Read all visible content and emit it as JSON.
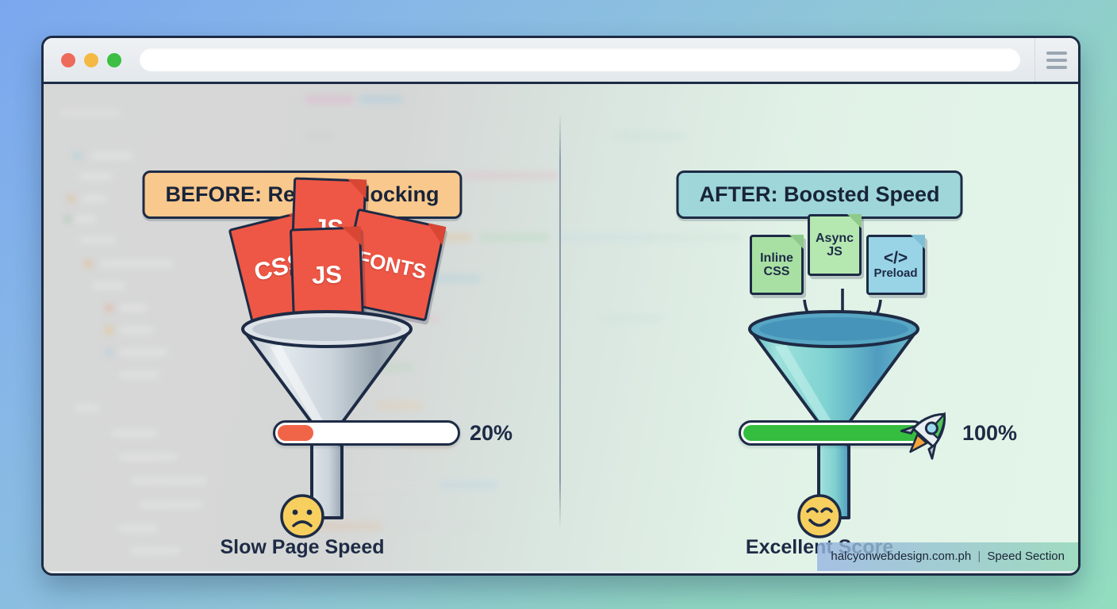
{
  "window": {
    "traffic_lights": [
      "close",
      "minimize",
      "maximize"
    ],
    "url_value": "",
    "url_placeholder": "",
    "menu_icon": "hamburger-menu-icon"
  },
  "left": {
    "badge": "BEFORE: Render-Blocking",
    "cards": [
      {
        "label": "CSS",
        "type": "render-blocking"
      },
      {
        "label": "JS",
        "type": "render-blocking"
      },
      {
        "label": "JS",
        "type": "render-blocking"
      },
      {
        "label": "FONTS",
        "type": "render-blocking"
      }
    ],
    "progress": {
      "value": 20,
      "label": "20%",
      "fill_color": "#f06548"
    },
    "face": "frowning-face",
    "caption": "Slow Page Speed",
    "funnel_color": "#c3ccd4"
  },
  "right": {
    "badge": "AFTER: Boosted Speed",
    "cards": [
      {
        "label_line1": "Inline",
        "label_line2": "CSS",
        "type": "optimized"
      },
      {
        "label_line1": "Async",
        "label_line2": "JS",
        "type": "optimized"
      },
      {
        "label_line1": "</>",
        "label_line2": "Preload",
        "type": "preload"
      }
    ],
    "progress": {
      "value": 100,
      "label": "100%",
      "fill_color": "#35bd3f"
    },
    "rocket_icon": "rocket-icon",
    "face": "smiling-face",
    "caption": "Excellent Score",
    "funnel_color": "#7fd0cf"
  },
  "watermark": {
    "site": "halcyonwebdesign.com.ph",
    "separator": "|",
    "section": "Speed Section"
  },
  "theme": {
    "outline": "#1d2b45",
    "before_badge_bg": "#f9c88c",
    "after_badge_bg": "#9ed6d9",
    "card_red": "#ee5745",
    "card_green": "#a8e0a4",
    "card_blue": "#99d3e6",
    "bg_start": "#7aa7ee",
    "bg_end": "#92dcc0"
  }
}
